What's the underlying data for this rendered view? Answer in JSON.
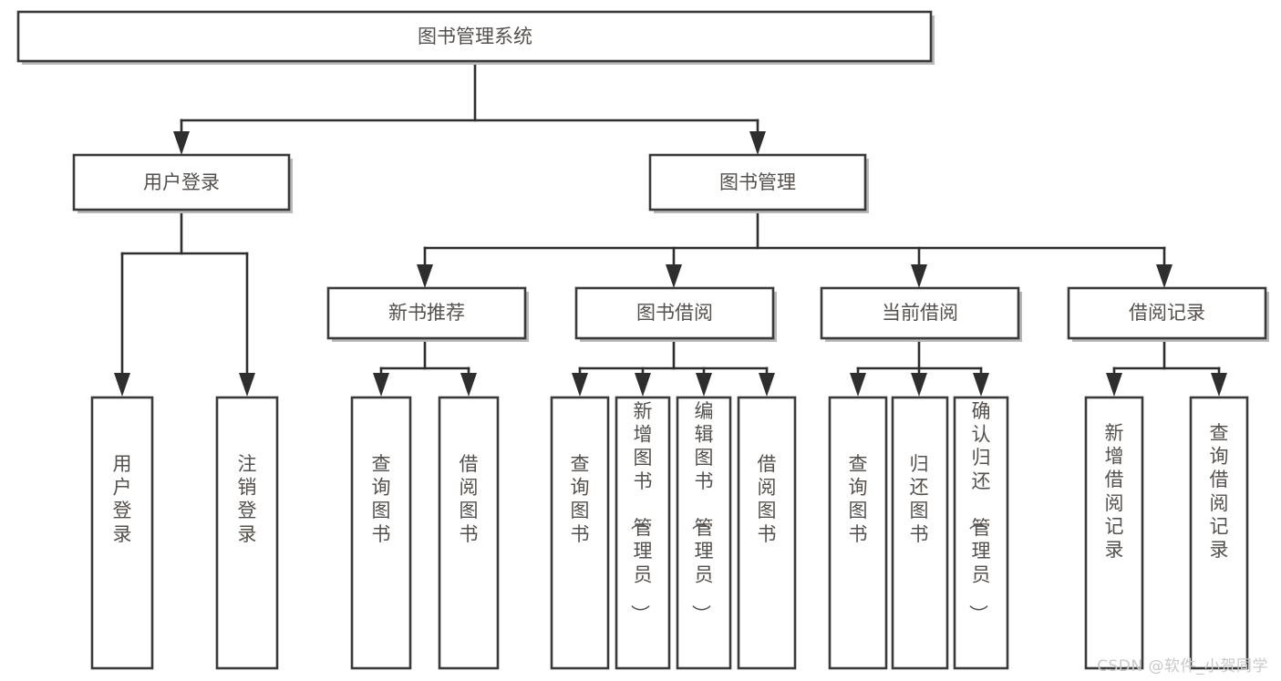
{
  "diagram": {
    "type": "tree",
    "title": "图书管理系统",
    "orientation": "top-down",
    "colors": {
      "box_stroke": "#3a3a3a",
      "box_fill": "#ffffff",
      "link": "#2e2e2e",
      "label_text": "#55504c",
      "watermark": "#c9c9c9",
      "background": "#ffffff"
    },
    "root": {
      "id": "root",
      "label": "图书管理系统",
      "orientation": "horizontal"
    },
    "level2": [
      {
        "id": "user-login",
        "label": "用户登录",
        "orientation": "horizontal"
      },
      {
        "id": "book-management",
        "label": "图书管理",
        "orientation": "horizontal"
      }
    ],
    "level3": [
      {
        "id": "new-book-recommend",
        "label": "新书推荐",
        "parent": "book-management",
        "orientation": "horizontal"
      },
      {
        "id": "book-borrow",
        "label": "图书借阅",
        "parent": "book-management",
        "orientation": "horizontal"
      },
      {
        "id": "current-borrow",
        "label": "当前借阅",
        "parent": "book-management",
        "orientation": "horizontal"
      },
      {
        "id": "borrow-record",
        "label": "借阅记录",
        "parent": "book-management",
        "orientation": "horizontal"
      }
    ],
    "leaves": [
      {
        "id": "leaf-user-login",
        "label": "用户登录",
        "parent": "user-login",
        "orientation": "vertical"
      },
      {
        "id": "leaf-logout-login",
        "label": "注销登录",
        "parent": "user-login",
        "orientation": "vertical"
      },
      {
        "id": "leaf-query-book-recommend",
        "label": "查询图书",
        "parent": "new-book-recommend",
        "orientation": "vertical"
      },
      {
        "id": "leaf-borrow-book-recommend",
        "label": "借阅图书",
        "parent": "new-book-recommend",
        "orientation": "vertical"
      },
      {
        "id": "leaf-query-book-borrow",
        "label": "查询图书",
        "parent": "book-borrow",
        "orientation": "vertical"
      },
      {
        "id": "leaf-add-book-admin",
        "label": "新增图书（管理员）",
        "parent": "book-borrow",
        "orientation": "vertical"
      },
      {
        "id": "leaf-edit-book-admin",
        "label": "编辑图书（管理员）",
        "parent": "book-borrow",
        "orientation": "vertical"
      },
      {
        "id": "leaf-borrow-book",
        "label": "借阅图书",
        "parent": "book-borrow",
        "orientation": "vertical"
      },
      {
        "id": "leaf-query-book-current",
        "label": "查询图书",
        "parent": "current-borrow",
        "orientation": "vertical"
      },
      {
        "id": "leaf-return-book",
        "label": "归还图书",
        "parent": "current-borrow",
        "orientation": "vertical"
      },
      {
        "id": "leaf-confirm-return-admin",
        "label": "确认归还（管理员）",
        "parent": "current-borrow",
        "orientation": "vertical"
      },
      {
        "id": "leaf-add-borrow-record",
        "label": "新增借阅记录",
        "parent": "borrow-record",
        "orientation": "vertical"
      },
      {
        "id": "leaf-query-borrow-record",
        "label": "查询借阅记录",
        "parent": "borrow-record",
        "orientation": "vertical"
      }
    ]
  },
  "watermark": {
    "text": "CSDN @软件_小贺同学"
  }
}
